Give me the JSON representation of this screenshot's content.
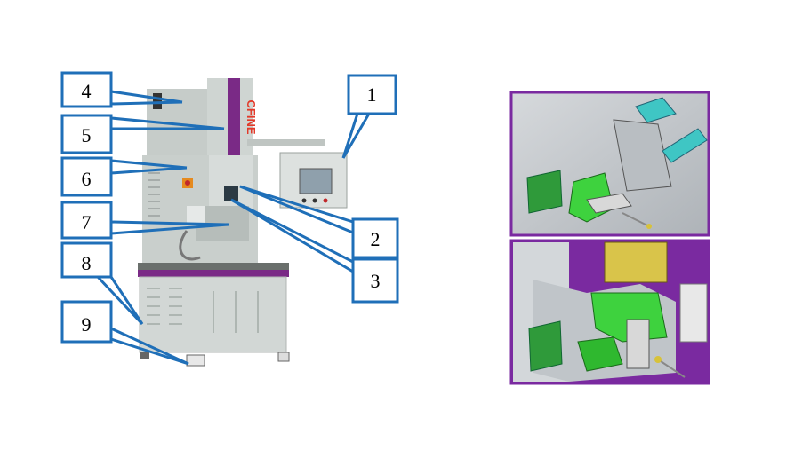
{
  "machine": {
    "logo_text": "CFINE",
    "body_color": "#c9d0cc",
    "accent_color": "#7a2a86"
  },
  "callouts": [
    {
      "label": "1",
      "part": "touch-screen-control-panel"
    },
    {
      "label": "2",
      "part": ""
    },
    {
      "label": "3",
      "part": ""
    },
    {
      "label": "4",
      "part": ""
    },
    {
      "label": "5",
      "part": ""
    },
    {
      "label": "6",
      "part": ""
    },
    {
      "label": "7",
      "part": ""
    },
    {
      "label": "8",
      "part": ""
    },
    {
      "label": "9",
      "part": "caster-wheel"
    }
  ],
  "callout_color": "#1f6fb8",
  "cad_views": {
    "border_color": "#7a2aa0",
    "top_view": "fixture-with-cylinders",
    "bottom_view": "fixture-with-press-head"
  }
}
